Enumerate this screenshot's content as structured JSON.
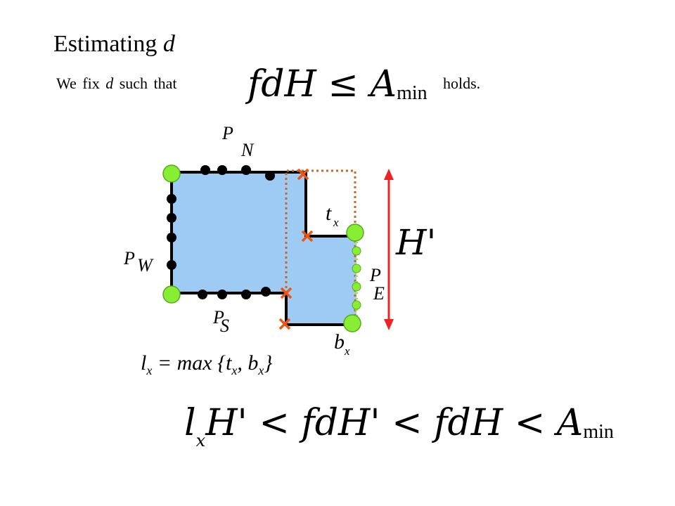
{
  "title": {
    "text": "Estimating",
    "var": "d"
  },
  "intro": {
    "w1": "We fix",
    "var": "d",
    "w2": "such that",
    "after": "holds."
  },
  "formula1": {
    "lhs": "fdH",
    "op": "≤",
    "A": "A",
    "sub": "min"
  },
  "labels": {
    "pn_p": "P",
    "pn_n": "N",
    "pw_p": "P",
    "pw_w": "W",
    "ps_p": "P",
    "ps_s": "S",
    "pe_p": "P",
    "pe_e": "E",
    "tx_t": "t",
    "tx_x": "x",
    "bx_b": "b",
    "bx_x": "x",
    "hprime": "H'"
  },
  "lx_eq": {
    "l": "l",
    "lsub": "x",
    "eq": "= max {t",
    "tsub": "x",
    "comma": ", b",
    "bsub": "x",
    "close": "}"
  },
  "formula2": {
    "l": "l",
    "lsub": "x",
    "p1": "H' <",
    "p2": "fdH' <",
    "p3": "fdH <",
    "A": "A",
    "sub": "min"
  },
  "colors": {
    "fill": "#9dcbf3",
    "green_dot": "#88ee33",
    "black_dot": "#000000",
    "orange": "#ee5511",
    "dotted": "#cc6622",
    "arrow": "#ee2222"
  }
}
